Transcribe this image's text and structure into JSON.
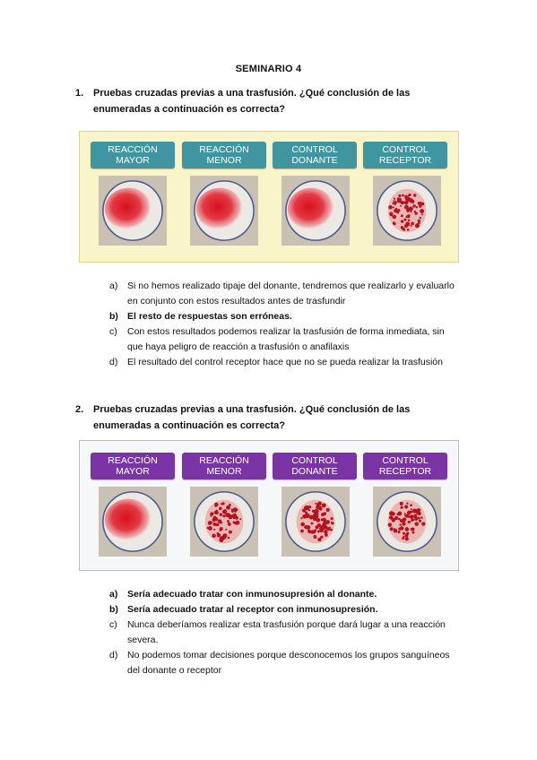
{
  "title": "SEMINARIO 4",
  "questions": [
    {
      "number": "1.",
      "text": "Pruebas cruzadas previas a una trasfusión. ¿Qué conclusión de las enumeradas a continuación es correcta?",
      "labels": [
        "REACCIÓN\nMAYOR",
        "REACCIÓN\nMENOR",
        "CONTROL\nDONANTE",
        "CONTROL\nRECEPTOR"
      ],
      "label_color": "#3f95a0",
      "results": [
        "homogeneous",
        "homogeneous",
        "homogeneous",
        "agglutinated"
      ],
      "options": [
        {
          "letter": "a)",
          "text": "Si no hemos realizado tipaje del donante, tendremos que realizarlo y evaluarlo en conjunto con estos resultados antes de trasfundir",
          "bold": false
        },
        {
          "letter": "b)",
          "text": "El resto de respuestas son erróneas.",
          "bold": true
        },
        {
          "letter": "c)",
          "text": "Con estos resultados podemos realizar la trasfusión de forma inmediata, sin que haya peligro de reacción a trasfusión o anafilaxis",
          "bold": false
        },
        {
          "letter": "d)",
          "text": "El resultado del control receptor hace que no se pueda realizar la trasfusión",
          "bold": false
        }
      ]
    },
    {
      "number": "2.",
      "text": "Pruebas cruzadas previas a una trasfusión. ¿Qué conclusión de las enumeradas a continuación es correcta?",
      "labels": [
        "REACCIÓN\nMAYOR",
        "REACCIÓN\nMENOR",
        "CONTROL\nDONANTE",
        "CONTROL\nRECEPTOR"
      ],
      "label_color": "#7a34a6",
      "results": [
        "homogeneous",
        "agglutinated",
        "agglutinated",
        "agglutinated"
      ],
      "options": [
        {
          "letter": "a)",
          "text": "Sería adecuado tratar con inmunosupresión al donante.",
          "bold": true
        },
        {
          "letter": "b)",
          "text": "Sería adecuado tratar al receptor con inmunosupresión.",
          "bold": true
        },
        {
          "letter": "c)",
          "text": "Nunca deberíamos realizar esta trasfusión porque dará lugar a una reacción severa.",
          "bold": false
        },
        {
          "letter": "d)",
          "text": "No podemos tomar decisiones porque desconocemos los grupos sanguíneos del donante o receptor",
          "bold": false
        }
      ]
    }
  ]
}
